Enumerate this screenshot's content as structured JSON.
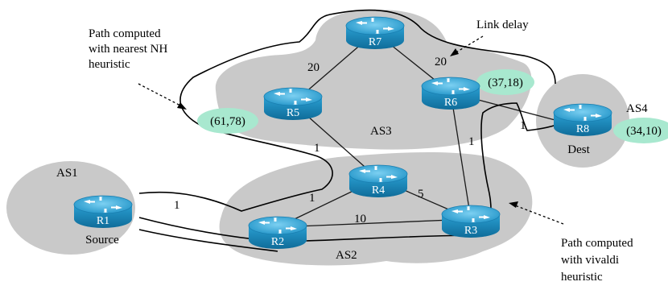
{
  "colors": {
    "as_region": "#c9c9c9",
    "router_body": "#1f8fc0",
    "router_top": "#3aaee0",
    "coord_bubble": "#a8e8cf",
    "path_line": "#000000",
    "link_line": "#1a1a1a"
  },
  "areas": {
    "as1": "AS1",
    "as2": "AS2",
    "as3": "AS3",
    "as4": "AS4"
  },
  "routers": {
    "r1": "R1",
    "r2": "R2",
    "r3": "R3",
    "r4": "R4",
    "r5": "R5",
    "r6": "R6",
    "r7": "R7",
    "r8": "R8"
  },
  "router_captions": {
    "source": "Source",
    "dest": "Dest"
  },
  "link_delays": {
    "r7_r5": "20",
    "r7_r6": "20",
    "r6_r8": "1",
    "r5_r4": "1",
    "r6_r3": "1",
    "r1_r4": "1",
    "r2_r4": "1",
    "r4_r3": "5",
    "r2_r3": "10"
  },
  "coordinates": {
    "r5": "(61,78)",
    "r6": "(37,18)",
    "r8": "(34,10)"
  },
  "annotations": {
    "nh_line1": "Path computed",
    "nh_line2": "with nearest NH",
    "nh_line3": "heuristic",
    "link_delay": "Link delay",
    "viv_line1": "Path computed",
    "viv_line2": "with vivaldi",
    "viv_line3": "heuristic"
  }
}
